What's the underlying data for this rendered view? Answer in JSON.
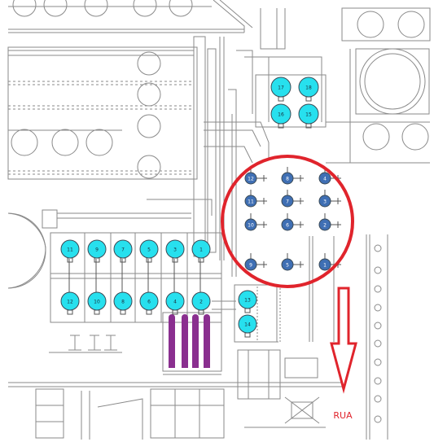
{
  "colors": {
    "line": "#8a8a8a",
    "line_dark": "#555555",
    "cyan_tank": "#27e0ee",
    "blue_tank": "#3f6fb4",
    "purple_tank": "#8a2f8f",
    "highlight": "#e0242c"
  },
  "cyan_tanks": [
    {
      "label": "11"
    },
    {
      "label": "9"
    },
    {
      "label": "7"
    },
    {
      "label": "5"
    },
    {
      "label": "3"
    },
    {
      "label": "1"
    },
    {
      "label": "12"
    },
    {
      "label": "10"
    },
    {
      "label": "8"
    },
    {
      "label": "6"
    },
    {
      "label": "4"
    },
    {
      "label": "2"
    },
    {
      "label": "13"
    },
    {
      "label": "14"
    },
    {
      "label": "17"
    },
    {
      "label": "18"
    },
    {
      "label": "16"
    },
    {
      "label": "15"
    }
  ],
  "blue_tanks": [
    {
      "label": "12"
    },
    {
      "label": "8"
    },
    {
      "label": "4"
    },
    {
      "label": "11"
    },
    {
      "label": "7"
    },
    {
      "label": "3"
    },
    {
      "label": "10"
    },
    {
      "label": "6"
    },
    {
      "label": "2"
    },
    {
      "label": "9"
    },
    {
      "label": "5"
    },
    {
      "label": "1"
    }
  ],
  "labels": {
    "street": "RUA"
  }
}
